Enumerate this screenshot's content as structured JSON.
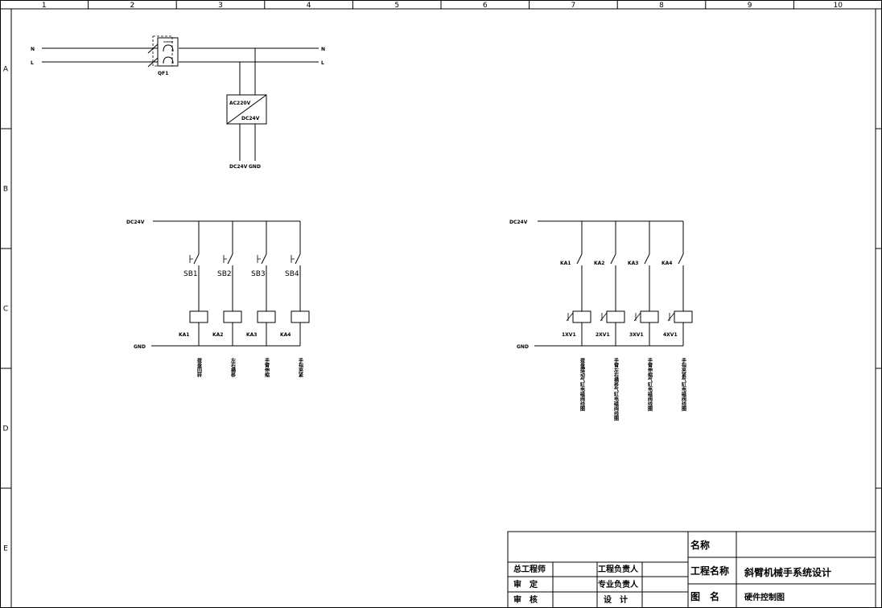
{
  "frame": {
    "columns": [
      "1",
      "2",
      "3",
      "4",
      "5",
      "6",
      "7",
      "8",
      "9",
      "10"
    ],
    "rows": [
      "A",
      "B",
      "C",
      "D",
      "E"
    ]
  },
  "power": {
    "line_n": "N",
    "line_l": "L",
    "breaker": "QF1",
    "psu_in": "AC220V",
    "psu_out": "DC24V",
    "out_dc": "DC24V",
    "out_gnd": "GND"
  },
  "input_circuit": {
    "bus_top": "DC24V",
    "bus_bottom": "GND",
    "branches": [
      {
        "switch": "SB1",
        "coil": "KA1",
        "desc": "拨盘回转"
      },
      {
        "switch": "SB2",
        "coil": "KA2",
        "desc": "左右横移"
      },
      {
        "switch": "SB3",
        "coil": "KA3",
        "desc": "手臂伸缩"
      },
      {
        "switch": "SB4",
        "coil": "KA4",
        "desc": "手指夹紧"
      }
    ]
  },
  "output_circuit": {
    "bus_top": "DC24V",
    "bus_bottom": "GND",
    "branches": [
      {
        "contact": "KA1",
        "valve": "1XV1",
        "desc": "拨盘摆动气缸电磁阀线圈"
      },
      {
        "contact": "KA2",
        "valve": "2XV1",
        "desc": "手臂左右横移气缸电磁阀线圈"
      },
      {
        "contact": "KA3",
        "valve": "3XV1",
        "desc": "手臂伸缩气缸电磁阀线圈"
      },
      {
        "contact": "KA4",
        "valve": "4XV1",
        "desc": "手指夹紧气缸电磁阀线圈"
      }
    ]
  },
  "title_block": {
    "name_label": "名称",
    "project_label": "工程名称",
    "project_value": "斜臂机械手系统设计",
    "drawing_label": "图　名",
    "drawing_value": "硬件控制图",
    "chief_engineer": "总工程师",
    "project_lead": "工程负责人",
    "approve": "审　定",
    "specialty_lead": "专业负责人",
    "review": "审　核",
    "design": "设　计"
  }
}
